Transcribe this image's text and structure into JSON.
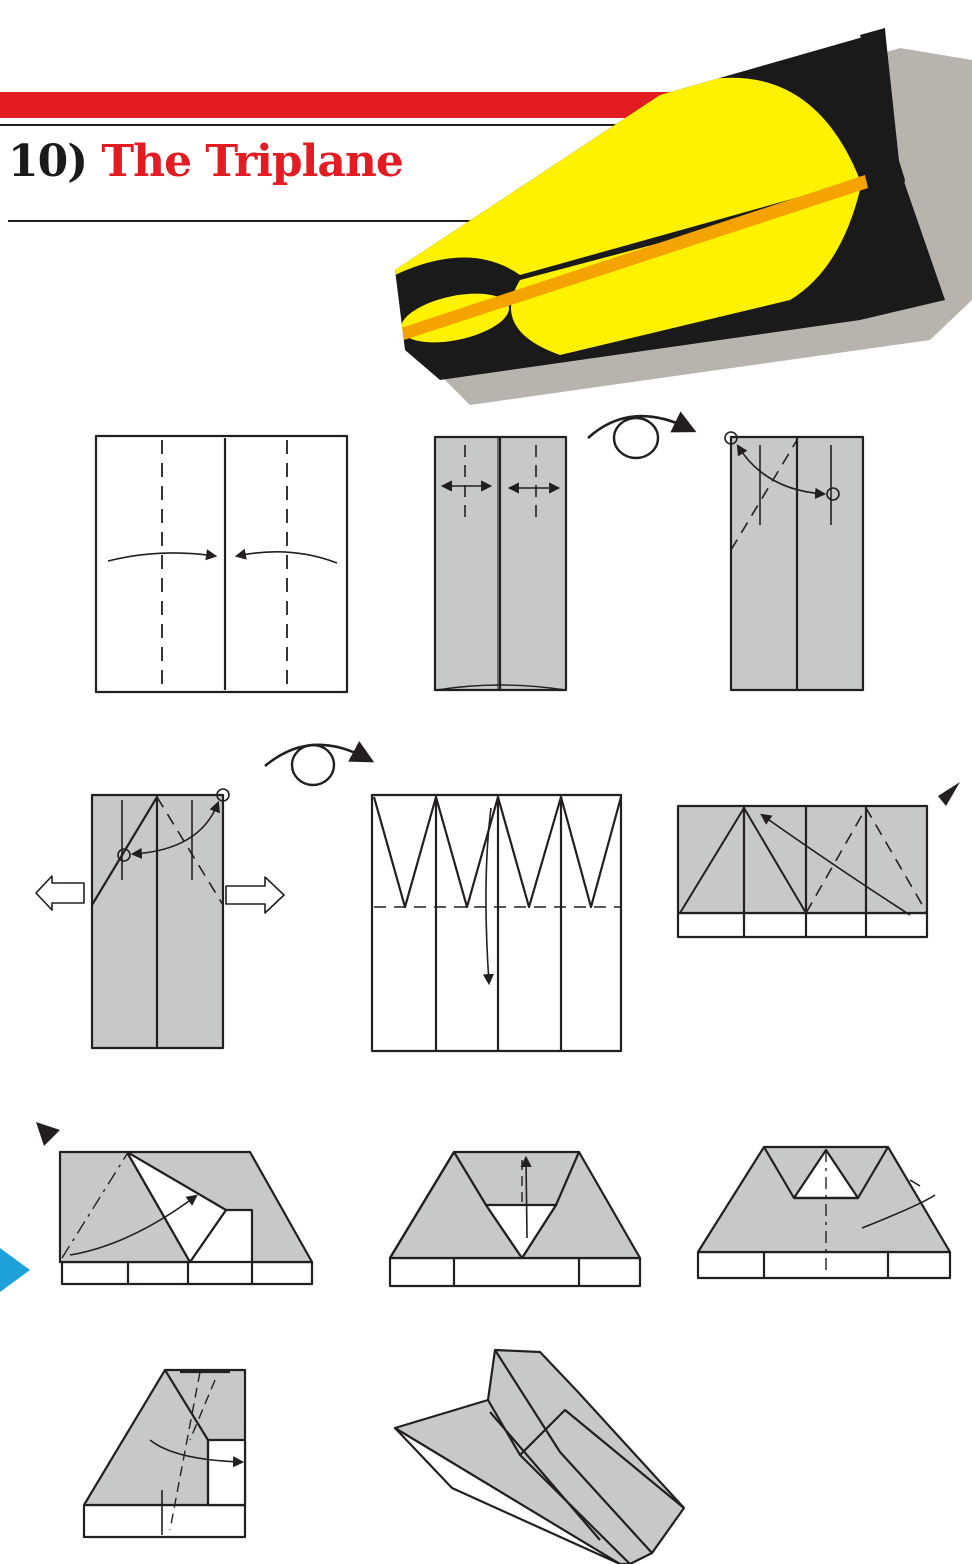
{
  "header": {
    "number": "10)",
    "title": "The Triplane"
  },
  "colors": {
    "accent_red": "#e31b23",
    "plane_yellow": "#fff200",
    "plane_black": "#1a1a1a",
    "stripe_orange": "#f5a300",
    "paper_gray": "#c7c8ca",
    "line": "#231f20",
    "shadow": "#b8b4ad",
    "corner_blue": "#1da1d8"
  },
  "diagram": {
    "step_count": 11,
    "icons": [
      "turn-over-icon",
      "turn-over-icon"
    ]
  }
}
